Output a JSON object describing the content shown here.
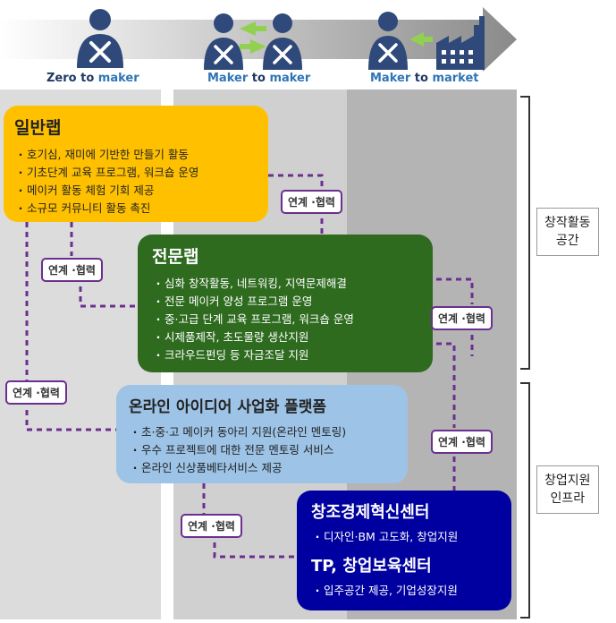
{
  "stages": [
    {
      "prefix": "Zero",
      "to": " to ",
      "suffix": "maker"
    },
    {
      "prefix": "Maker",
      "to": " to ",
      "suffix": "maker"
    },
    {
      "prefix": "Maker",
      "to": " to ",
      "suffix": "market"
    }
  ],
  "boxes": {
    "general_lab": {
      "title": "일반랩",
      "items": [
        "호기심, 재미에 기반한 만들기 활동",
        "기초단계 교육 프로그램, 워크숍 운영",
        "메이커 활동 체험 기회 제공",
        "소규모 커뮤니티 활동 촉진"
      ]
    },
    "expert_lab": {
      "title": "전문랩",
      "items": [
        "심화 창작활동, 네트워킹, 지역문제해결",
        "전문 메이커 양성 프로그램 운영",
        "중·고급 단계 교육 프로그램, 워크숍 운영",
        "시제품제작, 초도물량 생산지원",
        "크라우드펀딩 등 자금조달 지원"
      ]
    },
    "online_platform": {
      "title": "온라인 아이디어 사업화 플랫폼",
      "items": [
        "초·중·고 메이커 동아리 지원(온라인 멘토링)",
        "우수 프로젝트에 대한 전문 멘토링 서비스",
        "온라인 신상품베타서비스 제공"
      ]
    },
    "ccei": {
      "title": "창조경제혁신센터",
      "items": [
        "디자인·BM 고도화, 창업지원"
      ],
      "title2": "TP, 창업보육센터",
      "items2": [
        "입주공간 제공, 기업성장지원"
      ]
    }
  },
  "link_label": "연계 ·협력",
  "side_labels": {
    "creative": [
      "창작활동",
      "공간"
    ],
    "startup": [
      "창업지원",
      "인프라"
    ]
  },
  "colors": {
    "general": "#ffc000",
    "expert": "#2e6b1f",
    "online": "#9dc3e6",
    "ccei": "#0000a0",
    "link": "#6b2f8f",
    "icon": "#2f4a7a"
  },
  "icons": [
    "maker-person-icon",
    "two-makers-exchange-icon",
    "maker-factory-icon"
  ]
}
